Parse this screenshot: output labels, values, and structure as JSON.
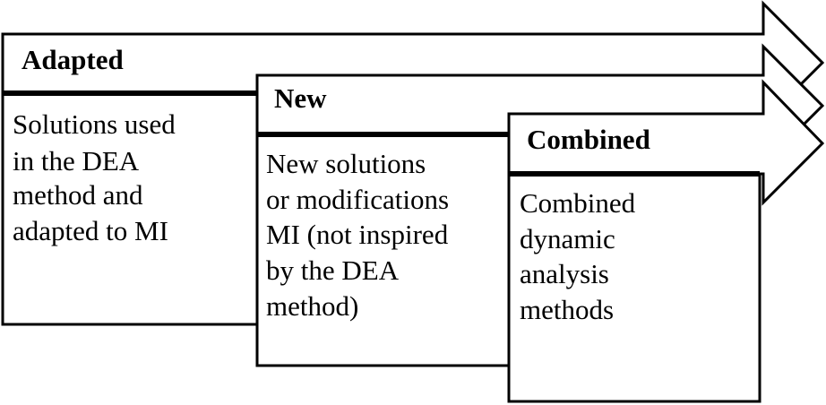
{
  "columns": [
    {
      "key": "adapted",
      "title": "Adapted",
      "lines": [
        "Solutions used",
        "in the DEA",
        "method and",
        "adapted to MI"
      ]
    },
    {
      "key": "new",
      "title": "New",
      "lines": [
        "New solutions",
        "or modifications",
        "MI (not inspired",
        "by the DEA",
        "method)"
      ]
    },
    {
      "key": "combined",
      "title": "Combined",
      "lines": [
        "Combined",
        "dynamic",
        "analysis",
        "methods"
      ]
    }
  ],
  "colors": {
    "stroke": "#000000",
    "fill": "#ffffff"
  }
}
